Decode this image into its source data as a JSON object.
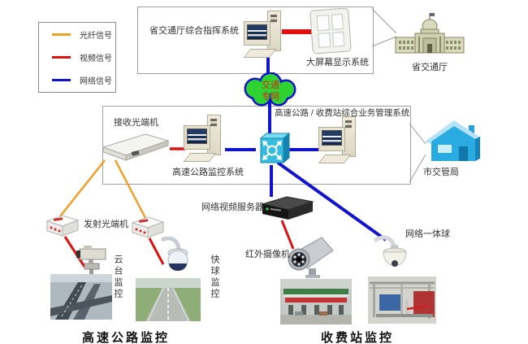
{
  "legend": {
    "items": [
      {
        "label": "光纤信号",
        "color": "#f0a028"
      },
      {
        "label": "视频信号",
        "color": "#e01010"
      },
      {
        "label": "网络信号",
        "color": "#1212cf"
      }
    ]
  },
  "labels": {
    "provincial_command_system": "省交通厅综合指挥系统",
    "big_screen_display": "大屏幕显示系统",
    "provincial_dept": "省交通厅",
    "cloud_line1": "交通",
    "cloud_line2": "专网",
    "mgmt_system": "高速公路 / 收费站综合业务管理系统",
    "optical_receiver": "接收光端机",
    "highway_monitor_system": "高速公路监控系统",
    "city_traffic_bureau": "市交管局",
    "network_video_server": "网络视频服务器",
    "optical_transmitter": "发射光端机",
    "ptz_monitor": "云台监控",
    "dome_monitor": "快球监控",
    "ir_camera": "红外摄像机",
    "network_dome": "网络一体球",
    "highway_monitoring": "高速公路监控",
    "toll_monitoring": "收费站监控"
  },
  "colors": {
    "fiber_signal": "#f0a028",
    "video_signal": "#e01010",
    "network_signal": "#1212cf",
    "cloud_fill": "#2fd32f",
    "cloud_border": "#1212cf",
    "cloud_text": "#dd2222",
    "switch_body": "#2db0d4",
    "house_body": "#29abe2",
    "building_body": "#d9dbbf"
  },
  "icons": {
    "workstation": "desktop computer with tower",
    "display_wall": "2x2 large screen wall",
    "gov_building": "capitol building with dome and flag",
    "cloud": "green network cloud",
    "switch": "cyan cube network switch with arrows",
    "optical_receiver_rack": "white 1U optical receiver rack",
    "house": "blue house",
    "video_server": "black network video server box",
    "optical_transmitter_box": "small white optical transmitter",
    "ptz_camera": "pan-tilt camera on post",
    "speed_dome_camera": "hanging speed dome camera",
    "ir_bullet_camera": "infrared bullet camera",
    "network_dome_camera": "wall-arm network dome camera"
  }
}
